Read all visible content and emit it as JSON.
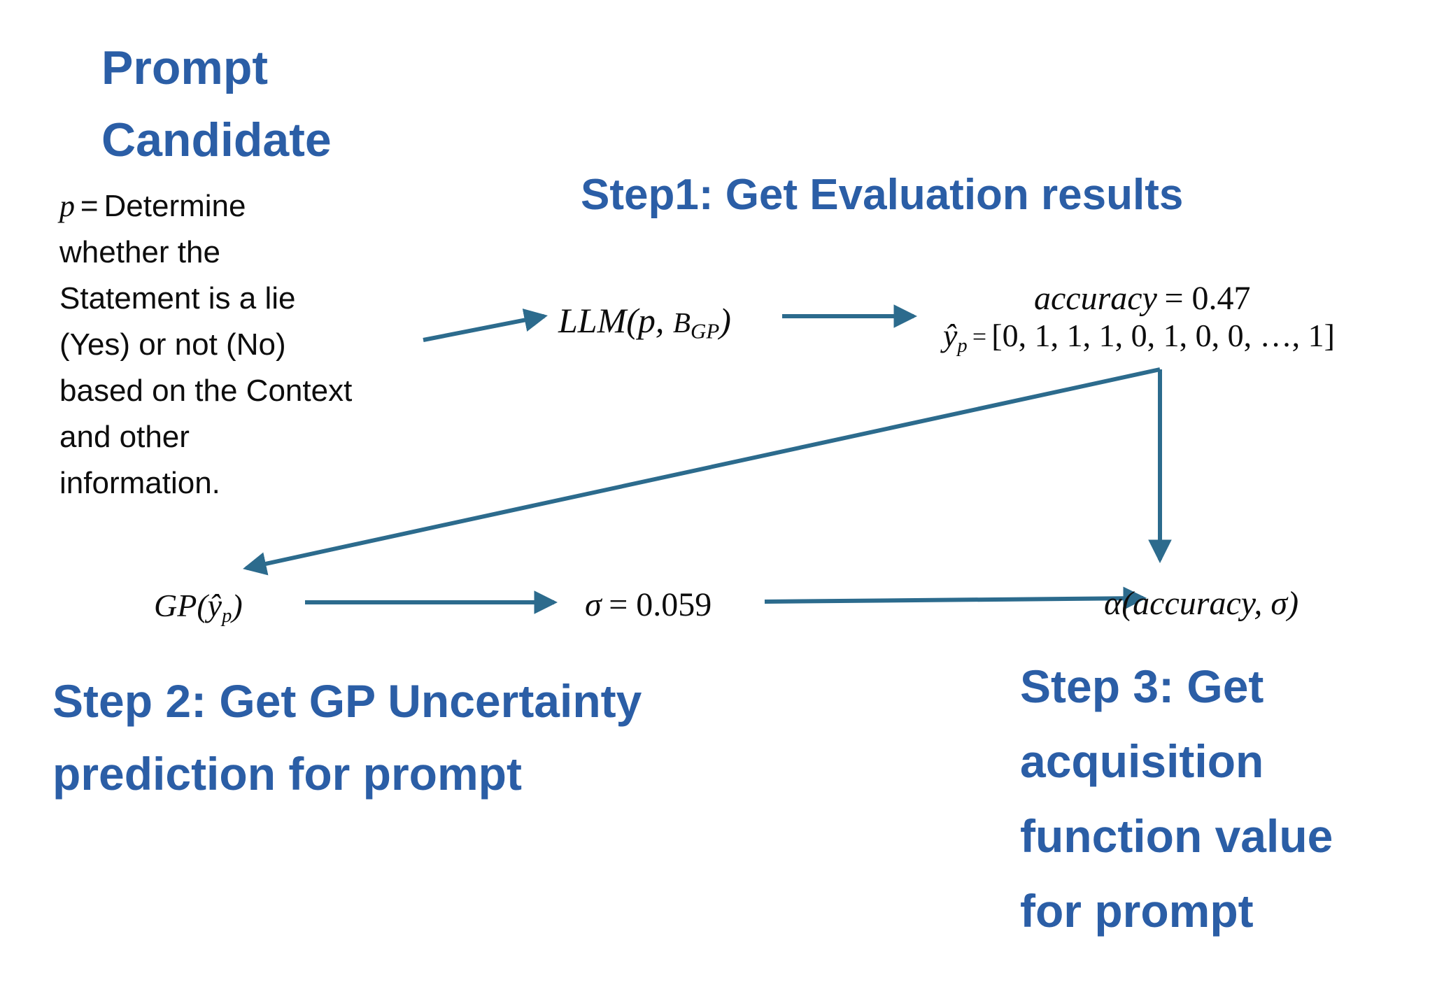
{
  "colors": {
    "heading_blue": "#2B5EA6",
    "arrow_teal": "#2C6B8D",
    "text_black": "#0d0d0d"
  },
  "title": {
    "lines": [
      "Prompt",
      "Candidate"
    ]
  },
  "prompt": {
    "var": "p",
    "eq": "=",
    "lines": [
      "Determine",
      "whether the",
      "Statement is a lie",
      "(Yes) or not (No)",
      "based on the Context",
      "and other",
      "information."
    ]
  },
  "steps": {
    "step1": "Step1: Get Evaluation results",
    "step2_lines": [
      "Step 2: Get GP Uncertainty",
      "prediction for prompt"
    ],
    "step3_lines": [
      "Step 3: Get",
      "acquisition",
      "function value",
      "for prompt"
    ]
  },
  "nodes": {
    "llm": {
      "main": "LLM(p,",
      "arg": "B",
      "sub": "GP",
      "close": ")"
    },
    "accuracy": {
      "var": "accuracy",
      "rest": "= 0.47"
    },
    "yhat": {
      "var": "ŷ",
      "sub": "p",
      "eq": "=",
      "value": "[0, 1, 1, 1, 0, 1, 0, 0, …, 1]"
    },
    "gp": {
      "main": "GP(ŷ",
      "sub": "p",
      "close": ")"
    },
    "sigma": {
      "var": "σ",
      "rest": "= 0.059"
    },
    "alpha": {
      "formula": "α(accuracy, σ)"
    }
  }
}
